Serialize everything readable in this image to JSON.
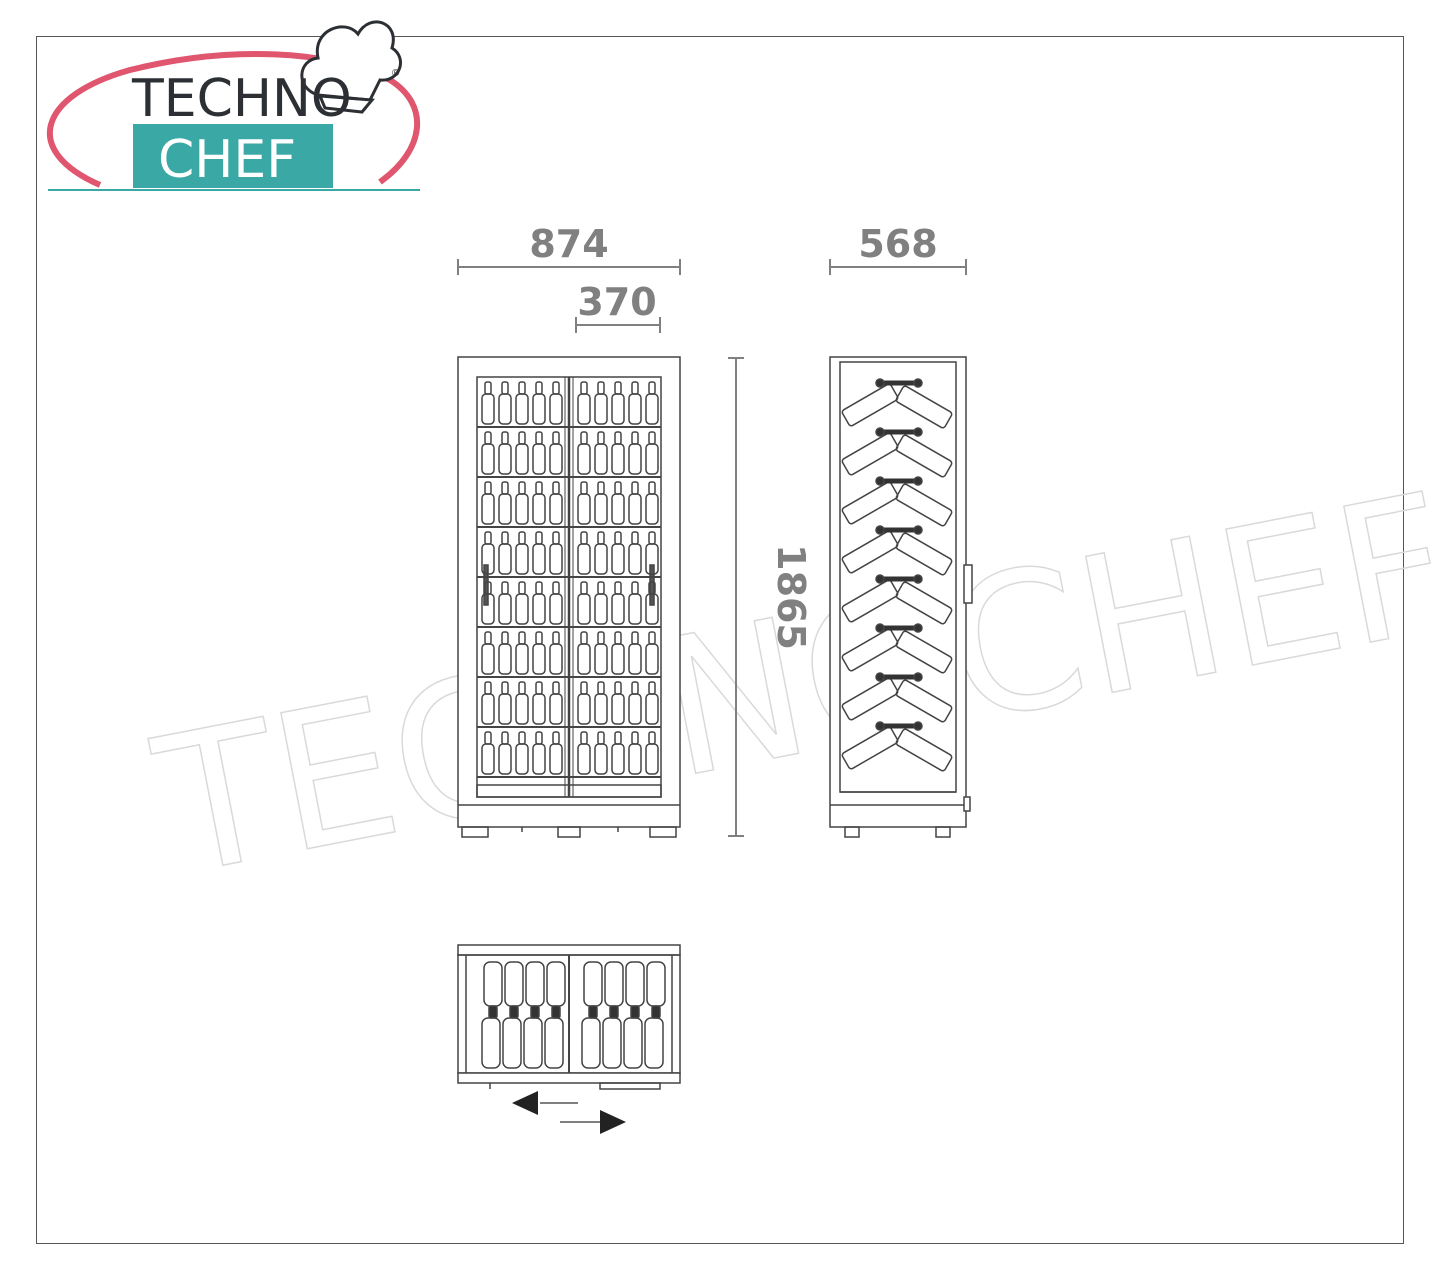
{
  "logo": {
    "line1": "TECHNO",
    "line2": "CHEF",
    "registered": "®",
    "colors": {
      "red": "#e0566e",
      "teal": "#3aa8a4",
      "text": "#2c2f33"
    }
  },
  "watermark": {
    "text": "TECHNOCHEF.IT"
  },
  "dimensions": {
    "total_width": "874",
    "door_width": "370",
    "depth": "568",
    "height": "1865"
  },
  "icons": {
    "chef-hat": "chef-hat-icon",
    "arrow-left": "arrow-left-icon",
    "arrow-right": "arrow-right-icon"
  }
}
